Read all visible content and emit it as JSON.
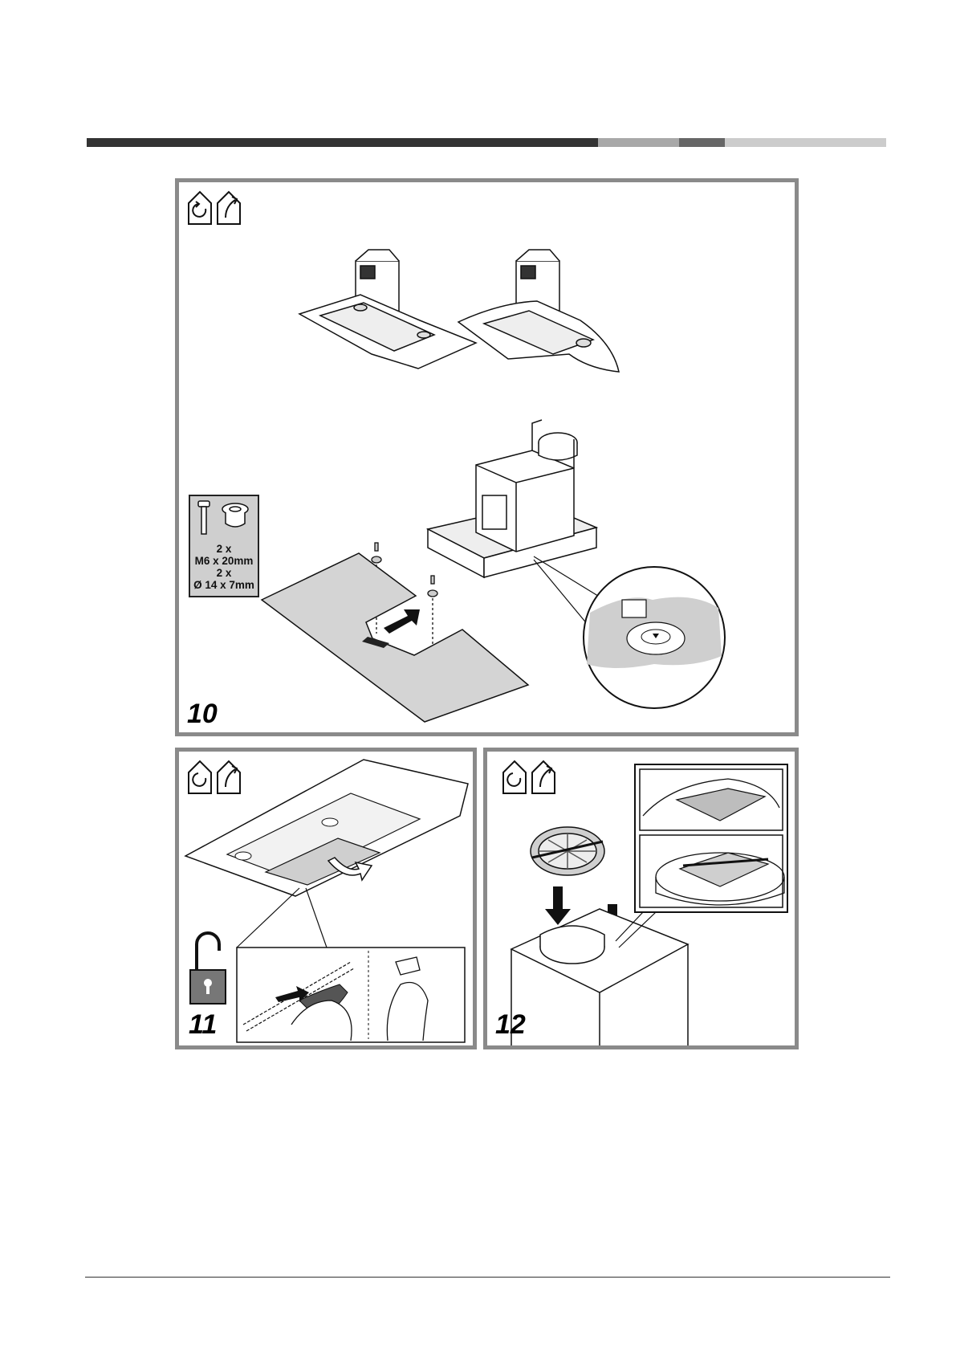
{
  "page": {
    "colors": {
      "bar_dark": "#333333",
      "bar_light": "#a8a8a8",
      "bar_mid": "#666666",
      "bar_pale": "#cccccc",
      "panel_border": "#8a8a8a",
      "surface_gray": "#d9d9d9"
    }
  },
  "panels": {
    "step10": {
      "number": "10",
      "icons": [
        "recirculation-mode-icon",
        "extraction-mode-icon"
      ],
      "hardware": {
        "screw_qty": "2 x",
        "screw_size": "M6 x 20mm",
        "washer_qty": "2 x",
        "washer_size": "Ø 14 x 7mm"
      }
    },
    "step11": {
      "number": "11",
      "icons": [
        "recirculation-mode-icon",
        "extraction-mode-icon",
        "unlock-icon"
      ]
    },
    "step12": {
      "number": "12",
      "icons": [
        "recirculation-mode-icon",
        "extraction-mode-icon"
      ]
    }
  }
}
